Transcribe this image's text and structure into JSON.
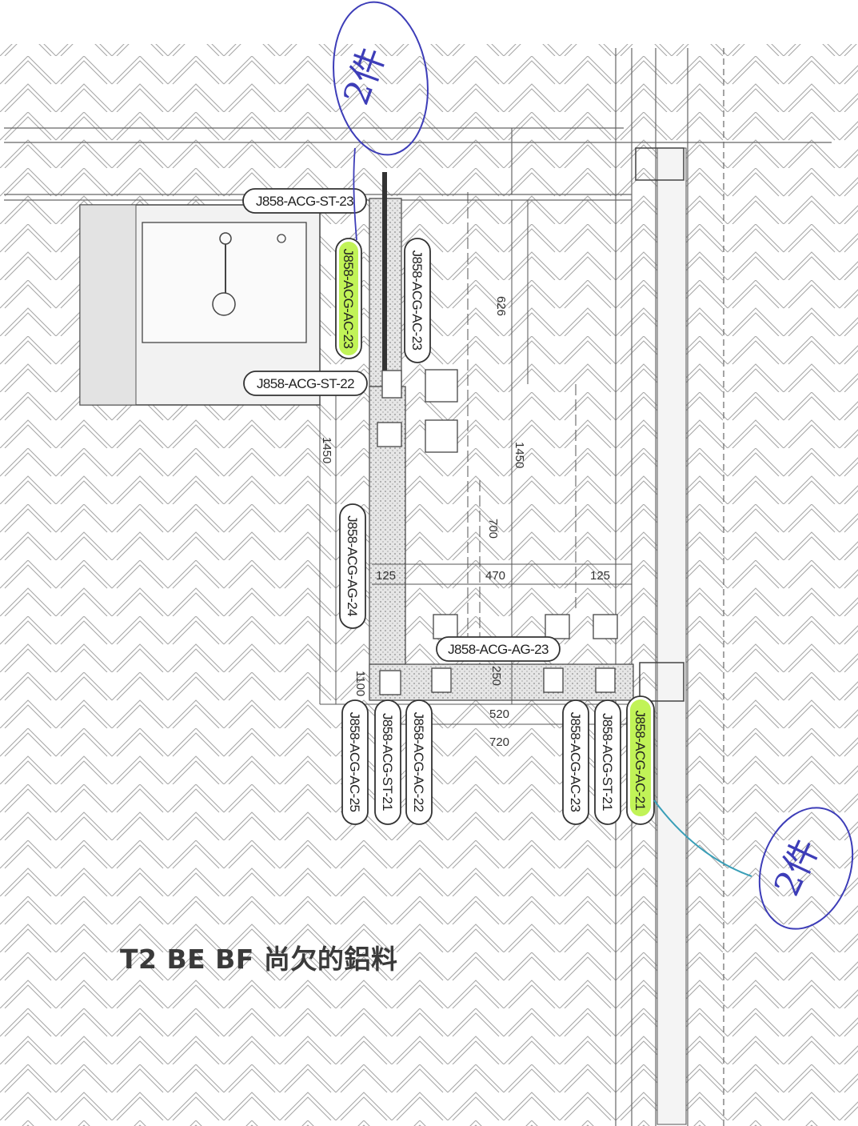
{
  "caption": "T2 BE BF 尚欠的鋁料",
  "tags": {
    "st23": "J858-ACG-ST-23",
    "st22": "J858-ACG-ST-22",
    "ac23_left": "J858-ACG-AC-23",
    "ac23_right": "J858-ACG-AC-23",
    "ag24": "J858-ACG-AG-24",
    "ag23": "J858-ACG-AG-23",
    "ac25": "J858-ACG-AC-25",
    "st21_left": "J858-ACG-ST-21",
    "ac22": "J858-ACG-AC-22",
    "ac23_bottom": "J858-ACG-AC-23",
    "st21_right": "J858-ACG-ST-21",
    "ac21": "J858-ACG-AC-21"
  },
  "dimensions": {
    "d626": "626",
    "d1450_left": "1450",
    "d1450_right": "1450",
    "d700": "700",
    "d125_left": "125",
    "d470": "470",
    "d125_right": "125",
    "d1100": "1100",
    "d520": "520",
    "d720": "720",
    "d250": "250"
  },
  "handwritten": {
    "top_note": "2件",
    "right_note": "2件"
  },
  "colors": {
    "highlight": "#b6f13a",
    "ink": "#3d3db8",
    "ink_teal": "#3a9fb8",
    "line": "#555555"
  }
}
